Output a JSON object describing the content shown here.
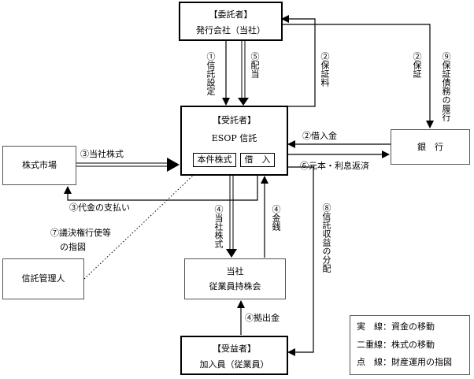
{
  "nodes": {
    "trustor": {
      "role": "【委託者】",
      "name": "発行会社（当社）"
    },
    "trustee": {
      "role": "【受託者】",
      "name": "ESOP 信託",
      "sub1": "本件株式",
      "sub2": "借　入"
    },
    "bank": {
      "name": "銀　行"
    },
    "stock_market": {
      "name": "株式市場"
    },
    "trust_admin": {
      "name": "信託管理人"
    },
    "esop_assoc": {
      "line1": "当社",
      "line2": "従業員持株会"
    },
    "beneficiary": {
      "role": "【受益者】",
      "name": "加入員（従業員）"
    }
  },
  "flows": {
    "f1": "①信託設定",
    "f5": "⑤配当",
    "f2_fee": "②保証料",
    "f2_guarantee": "②保証",
    "f9": "⑨保証債務の履行",
    "f2_loan": "②借入金",
    "f6": "⑥元本・利息返済",
    "f3_shares": "③当社株式",
    "f3_payment": "③代金の支払い",
    "f4_shares": "④当社株式",
    "f4_cash": "④金銭",
    "f8": "⑧信託収益の分配",
    "f7_line1": "⑦議決権行使等",
    "f7_line2": "の指図",
    "f4_contribution": "④拠出金"
  },
  "legend": {
    "solid": "実　線：資金の移動",
    "double": "二重線：株式の移動",
    "dotted": "点　線：財産運用の指図"
  }
}
